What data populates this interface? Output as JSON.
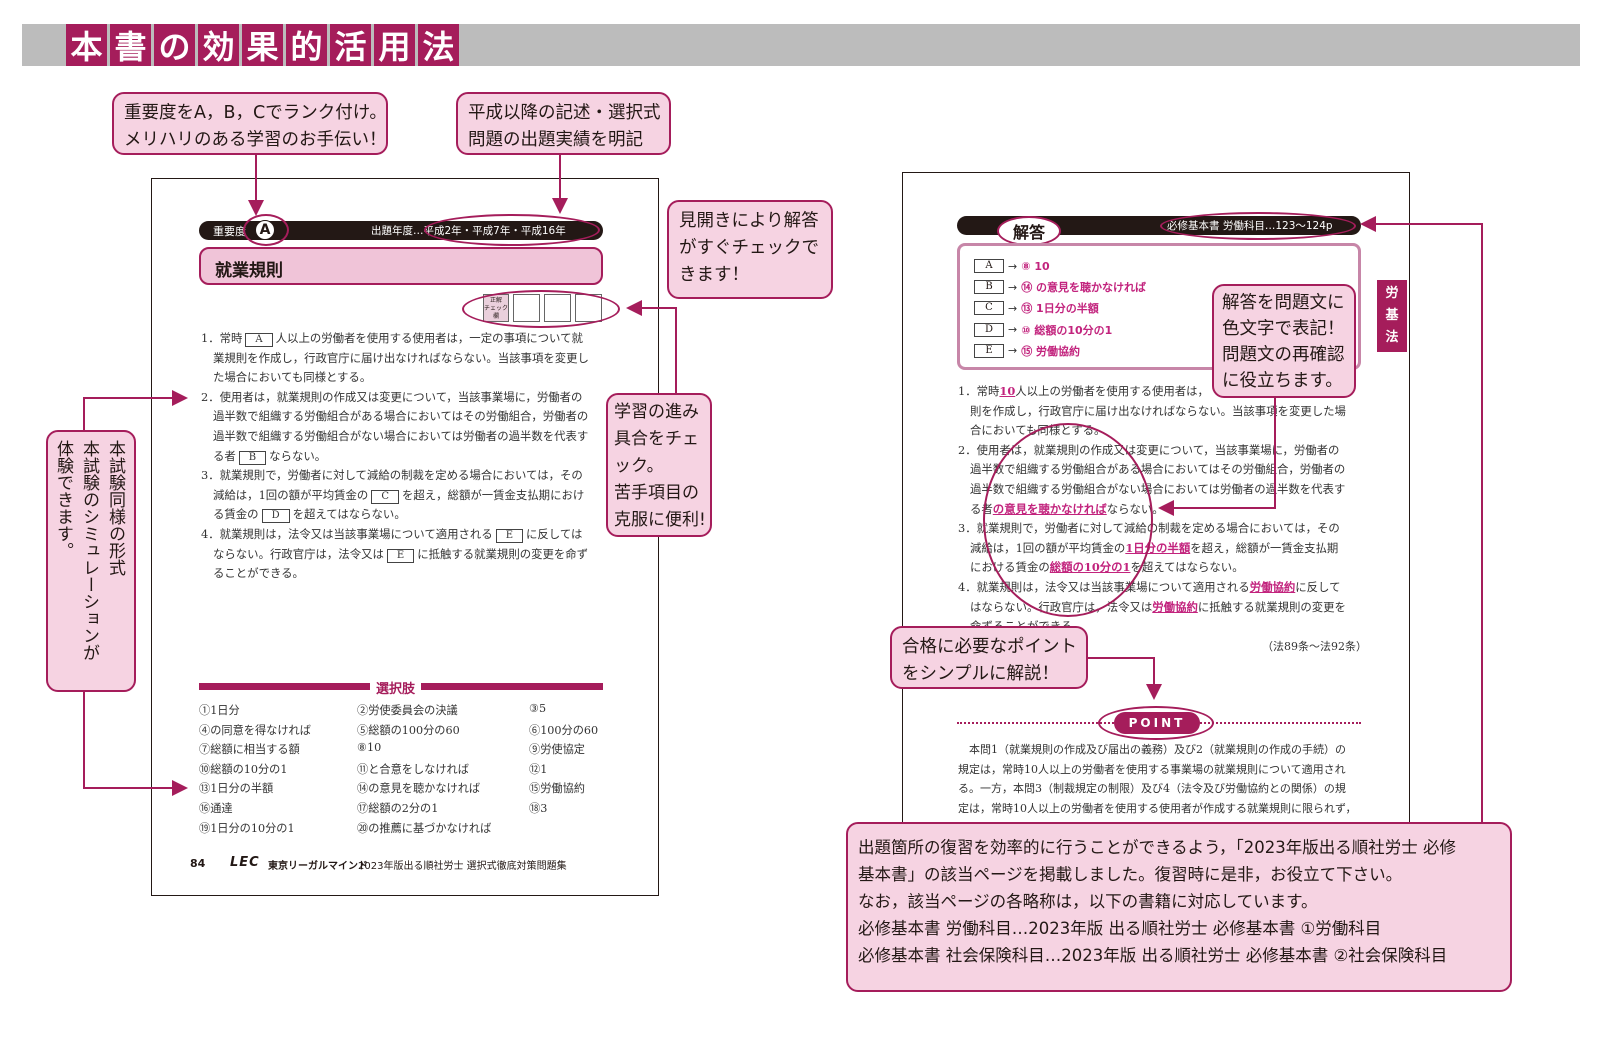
{
  "header": {
    "title_chars": [
      "本",
      "書",
      "の",
      "効",
      "果",
      "的",
      "活",
      "用",
      "法"
    ]
  },
  "callouts": {
    "importance": [
      "重要度をA，B，Cでランク付け。",
      "メリハリのある学習のお手伝い！"
    ],
    "exam_record": [
      "平成以降の記述・選択式",
      "問題の出題実績を明記"
    ],
    "spread": [
      "見開きにより解答",
      "がすぐチェックで",
      "きます！"
    ],
    "progress": [
      "学習の進み",
      "具合をチェ",
      "ック。",
      "苦手項目の",
      "克服に便利!"
    ],
    "simulation": [
      "本試験同様の形式",
      "本試験のシミュレーションが",
      "体験できます。"
    ],
    "answer_color": [
      "解答を問題文に",
      "色文字で表記！",
      "問題文の再確認",
      "に役立ちます。"
    ],
    "point": [
      "合格に必要なポイント",
      "をシンプルに解説！"
    ],
    "bottom": [
      "出題箇所の復習を効率的に行うことができるよう，「2023年版出る順社労士 必修",
      "基本書」の該当ページを掲載しました。復習時に是非，お役立て下さい。",
      "なお，該当ページの各略称は，以下の書籍に対応しています。",
      "必修基本書 労働科目…2023年版 出る順社労士 必修基本書 ①労働科目",
      "必修基本書 社会保険科目…2023年版 出る順社労士 必修基本書 ②社会保険科目"
    ]
  },
  "left_page": {
    "importance_label": "重要度",
    "importance_rank": "A",
    "exam_years": "出題年度…平成2年・平成7年・平成16年",
    "section_title": "就業規則",
    "check_label": "正解\nチェック\n欄",
    "q1": {
      "a": "1．常時",
      "b": "人以上の労働者を使用する使用者は，一定の事項について就",
      "c": "業規則を作成し，行政官庁に届け出なければならない。当該事項を変更し",
      "d": "た場合においても同様とする。"
    },
    "q2": {
      "a": "2．使用者は，就業規則の作成又は変更について，当該事業場に，労働者の",
      "b": "過半数で組織する労働組合がある場合においてはその労働組合，労働者の",
      "c": "過半数で組織する労働組合がない場合においては労働者の過半数を代表す",
      "d": "る者",
      "e": "ならない。"
    },
    "q3": {
      "a": "3．就業規則で，労働者に対して減給の制裁を定める場合においては，その",
      "b": "減給は，1回の額が平均賃金の",
      "c": "を超え，総額が一賃金支払期におけ",
      "d": "る賃金の",
      "e": "を超えてはならない。"
    },
    "q4": {
      "a": "4．就業規則は，法令又は当該事業場について適用される",
      "b": "に反しては",
      "c": "ならない。行政官庁は，法令又は",
      "d": "に抵触する就業規則の変更を命ず",
      "e": "ることができる。"
    },
    "blanks": {
      "A": "A",
      "B": "B",
      "C": "C",
      "D": "D",
      "E": "E"
    },
    "choices_title": "選択肢",
    "choices": [
      [
        "①1日分",
        "②労使委員会の決議",
        "③5"
      ],
      [
        "④の同意を得なければ",
        "⑤総額の100分の60",
        "⑥100分の60"
      ],
      [
        "⑦総額に相当する額",
        "⑧10",
        "⑨労使協定"
      ],
      [
        "⑩総額の10分の1",
        "⑪と合意をしなければ",
        "⑫1"
      ],
      [
        "⑬1日分の半額",
        "⑭の意見を聴かなければ",
        "⑮労働協約"
      ],
      [
        "⑯通達",
        "⑰総額の2分の1",
        "⑱3"
      ],
      [
        "⑲1日分の10分の1",
        "⑳の推薦に基づかなければ",
        ""
      ]
    ],
    "page_number": "84",
    "publisher_logo": "LEC",
    "publisher_name": "東京リーガルマインド",
    "book_title": "2023年版出る順社労士 選択式徹底対策問題集"
  },
  "right_page": {
    "answer_label": "解答",
    "ref": "必修基本書 労働科目…123～124p",
    "side_tab": [
      "労",
      "基",
      "法"
    ],
    "answers": [
      {
        "key": "A",
        "value": "⑧ 10"
      },
      {
        "key": "B",
        "value": "⑭ の意見を聴かなければ"
      },
      {
        "key": "C",
        "value": "⑬ 1日分の半額"
      },
      {
        "key": "D",
        "value": "⑩ 総額の10分の1"
      },
      {
        "key": "E",
        "value": "⑮ 労働協約"
      }
    ],
    "arrow": "→",
    "body": {
      "l1a": "1．常時",
      "l1_hl": "10",
      "l1b": "人以上の労働者を使用する使用者は，",
      "l2": "則を作成し，行政官庁に届け出なければならない。当該事項を変更した場",
      "l3": "合においても同様とする。",
      "l4": "2．使用者は，就業規則の作成又は変更について，当該事業場に，労働者の",
      "l5": "過半数で組織する労働組合がある場合においてはその労働組合，労働者の",
      "l6": "過半数で組織する労働組合がない場合においては労働者の過半数を代表す",
      "l7a": "る者",
      "l7_hl": "の意見を聴かなければ",
      "l7b": "ならない。",
      "l8": "3．就業規則で，労働者に対して減給の制裁を定める場合においては，その",
      "l9a": "減給は，1回の額が平均賃金の",
      "l9_hl": "1日分の半額",
      "l9b": "を超え，総額が一賃金支払期",
      "l10a": "における賃金の",
      "l10_hl": "総額の10分の1",
      "l10b": "を超えてはならない。",
      "l11a": "4．就業規則は，法令又は当該事業場について適用される",
      "l11_hl": "労働協約",
      "l11b": "に反して",
      "l12a": "はならない。行政官庁は，法令又は",
      "l12_hl": "労働協約",
      "l12b": "に抵触する就業規則の変更を",
      "l13": "命ずることができる。"
    },
    "law_ref": "（法89条～法92条）",
    "point_label": "POINT",
    "commentary": [
      "本問1（就業規則の作成及び届出の義務）及び2（就業規則の作成の手続）の",
      "規定は，常時10人以上の労働者を使用する事業場の就業規則について適用され",
      "る。一方，本問3（制裁規定の制限）及び4（法令及び労働協約との関係）の規",
      "定は，常時10人以上の労働者を使用する使用者が作成する就業規則に限られず，"
    ]
  },
  "colors": {
    "brand": "#a51d5b",
    "callout_bg": "#f6d3e2",
    "answer_text": "#c2237d",
    "header_grey": "#bcbcbc"
  }
}
